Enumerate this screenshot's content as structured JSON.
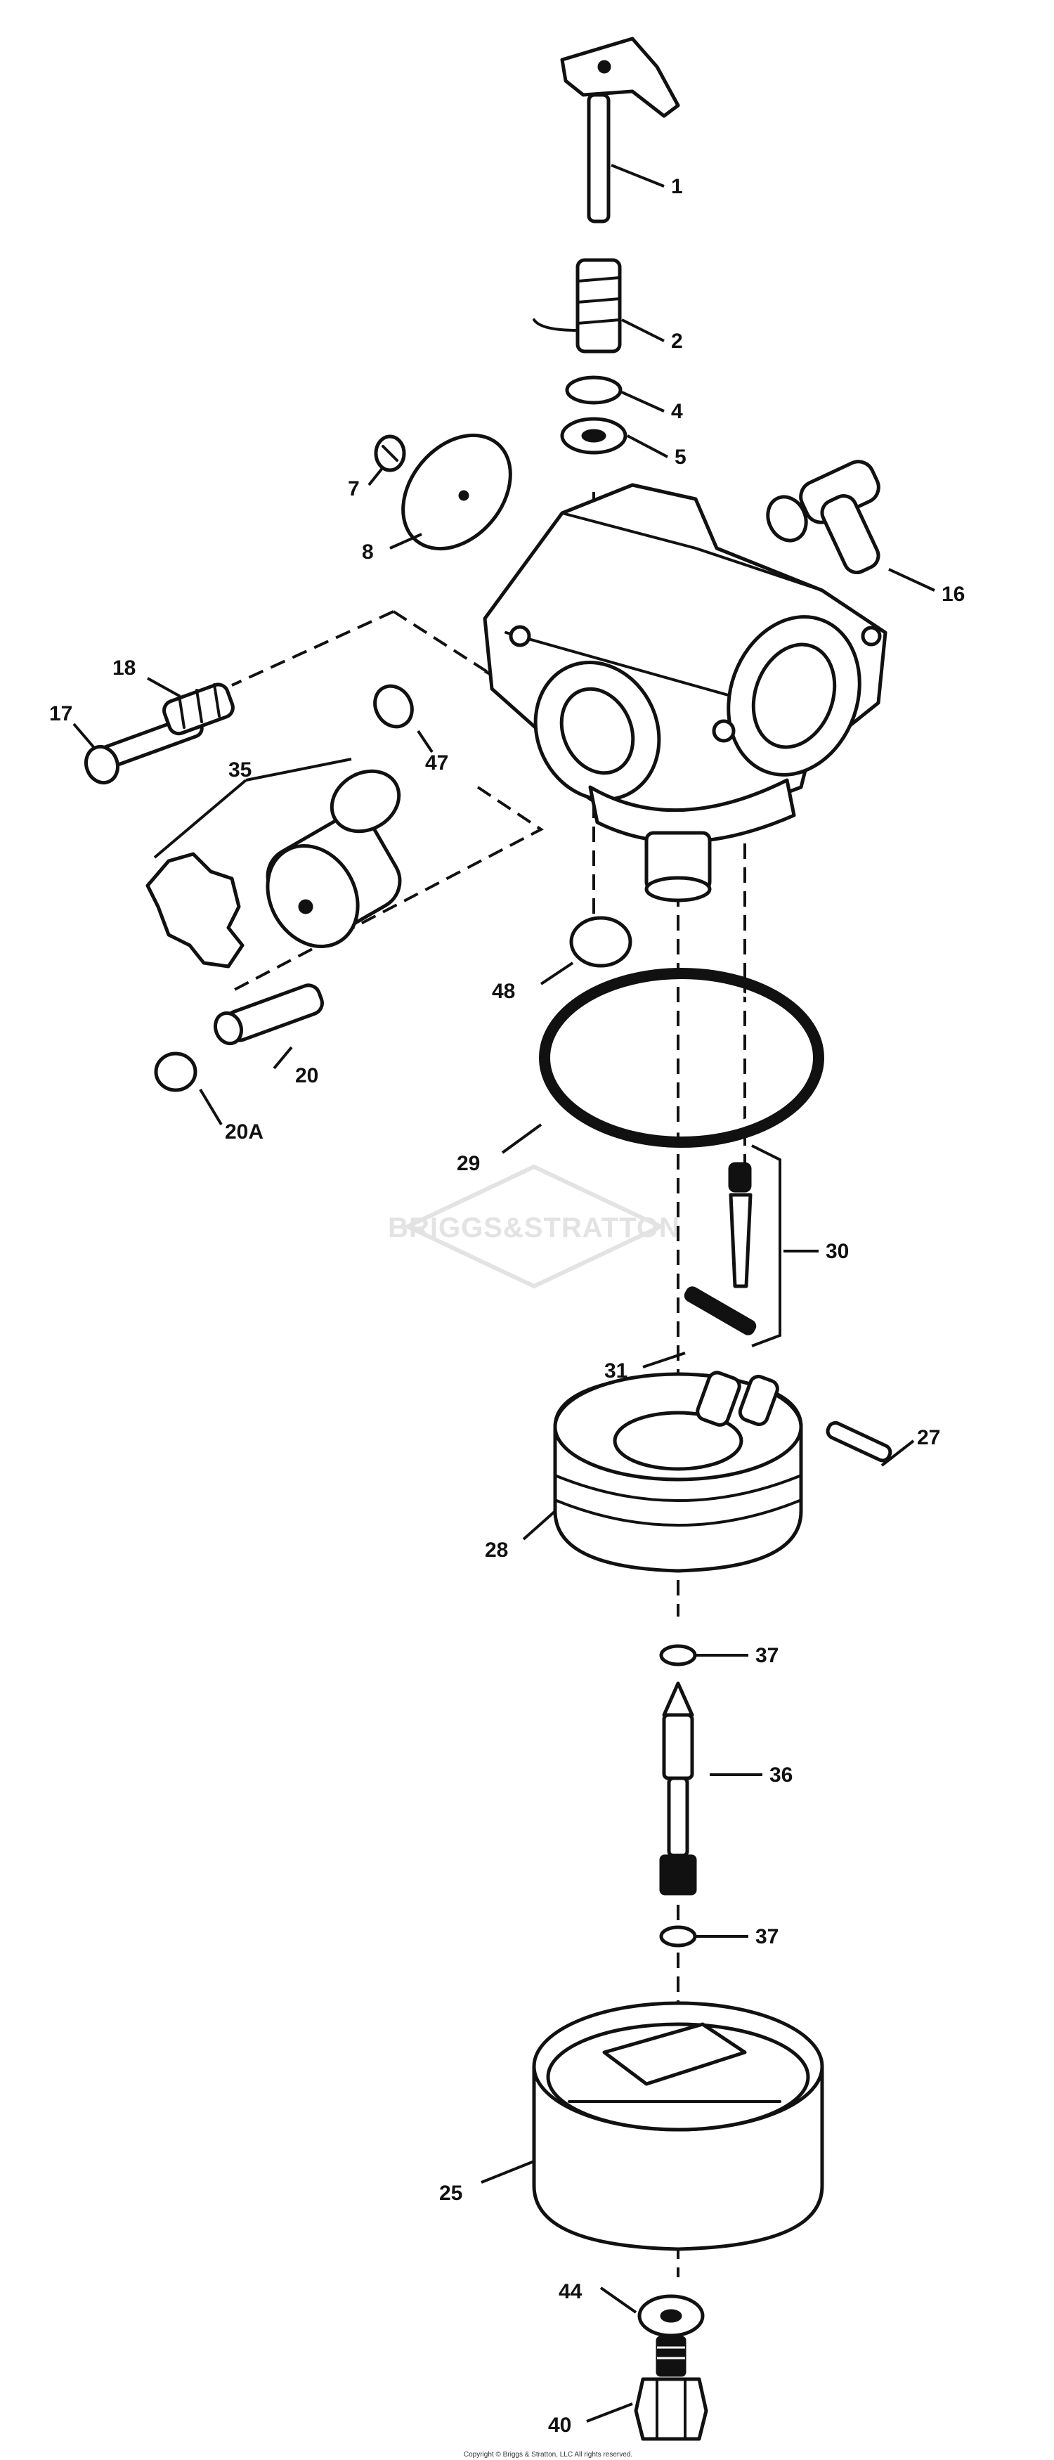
{
  "watermark": "BRIGGS&STRATTON",
  "copyright": "Copyright © Briggs & Stratton, LLC All rights reserved.",
  "callouts": {
    "c1": "1",
    "c2": "2",
    "c4": "4",
    "c5": "5",
    "c7": "7",
    "c8": "8",
    "c16": "16",
    "c18": "18",
    "c17": "17",
    "c47": "47",
    "c35": "35",
    "c48": "48",
    "c20": "20",
    "c20a": "20A",
    "c29": "29",
    "c30": "30",
    "c31": "31",
    "c27": "27",
    "c28": "28",
    "c37a": "37",
    "c36": "36",
    "c37b": "37",
    "c25": "25",
    "c44": "44",
    "c40": "40"
  }
}
